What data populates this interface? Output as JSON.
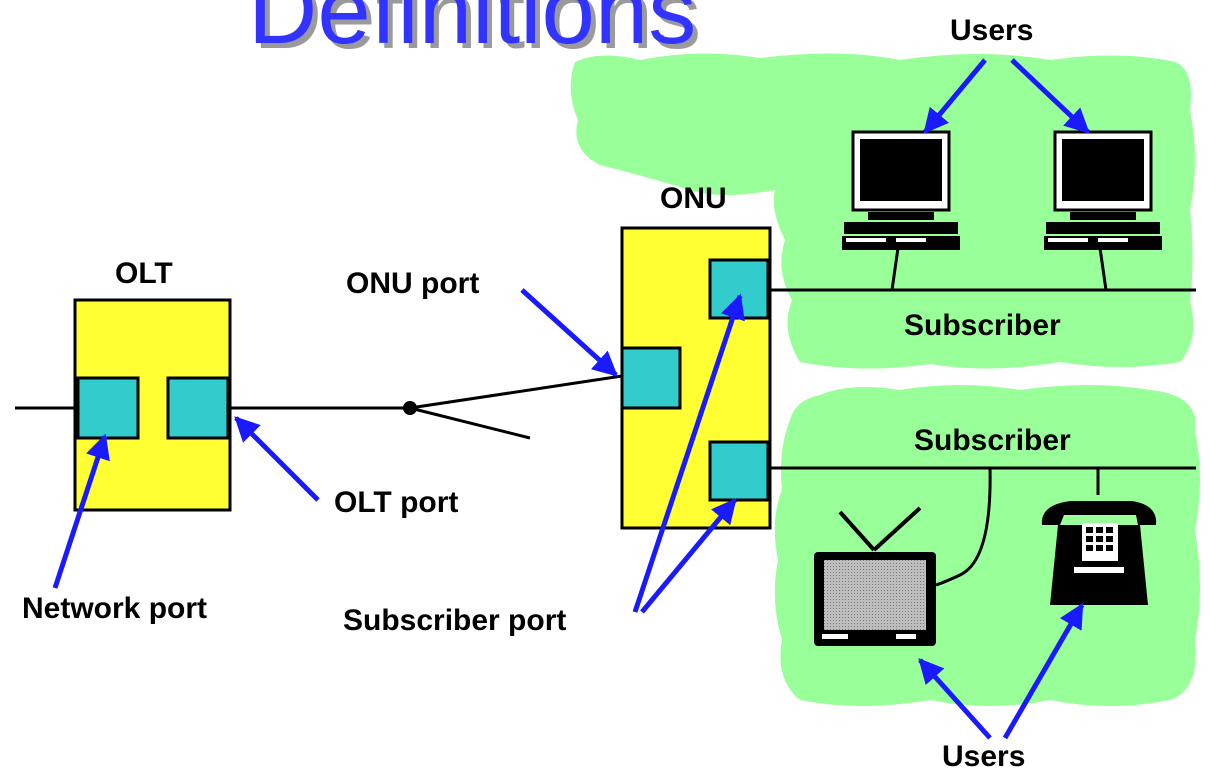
{
  "title": "Definitions",
  "labels": {
    "olt": "OLT",
    "onu": "ONU",
    "onu_port": "ONU port",
    "olt_port": "OLT port",
    "network_port": "Network port",
    "subscriber_port": "Subscriber port",
    "subscriber_top": "Subscriber",
    "subscriber_bottom": "Subscriber",
    "users_top": "Users",
    "users_bottom": "Users"
  },
  "colors": {
    "title": "#3333ff",
    "box_fill": "#ffff33",
    "port_fill": "#33cccc",
    "cloud_fill": "#99ff99",
    "arrow": "#1a1aff",
    "line": "#000000"
  },
  "icons": [
    "computer-icon",
    "computer-icon",
    "television-icon",
    "telephone-icon"
  ]
}
